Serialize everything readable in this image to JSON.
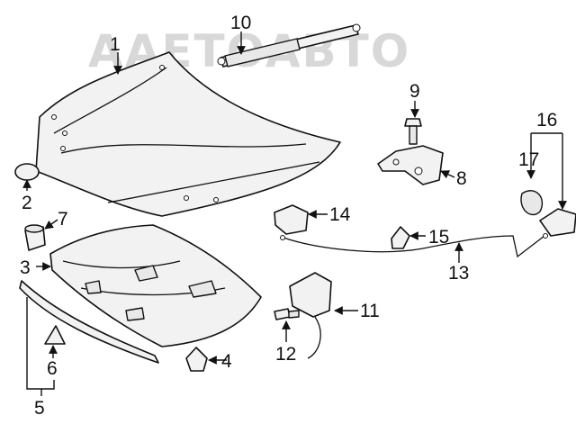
{
  "watermark": "AAETOABTO",
  "colors": {
    "line": "#111111",
    "part_fill": "#f2f2f2",
    "watermark": "#d8d8d8"
  },
  "callouts": [
    {
      "id": "c1",
      "label": "1"
    },
    {
      "id": "c2",
      "label": "2"
    },
    {
      "id": "c3",
      "label": "3"
    },
    {
      "id": "c4",
      "label": "4"
    },
    {
      "id": "c5",
      "label": "5"
    },
    {
      "id": "c6",
      "label": "6"
    },
    {
      "id": "c7",
      "label": "7"
    },
    {
      "id": "c8",
      "label": "8"
    },
    {
      "id": "c9",
      "label": "9"
    },
    {
      "id": "c10",
      "label": "10"
    },
    {
      "id": "c11",
      "label": "11"
    },
    {
      "id": "c12",
      "label": "12"
    },
    {
      "id": "c13",
      "label": "13"
    },
    {
      "id": "c14",
      "label": "14"
    },
    {
      "id": "c15",
      "label": "15"
    },
    {
      "id": "c16",
      "label": "16"
    },
    {
      "id": "c17",
      "label": "17"
    }
  ]
}
